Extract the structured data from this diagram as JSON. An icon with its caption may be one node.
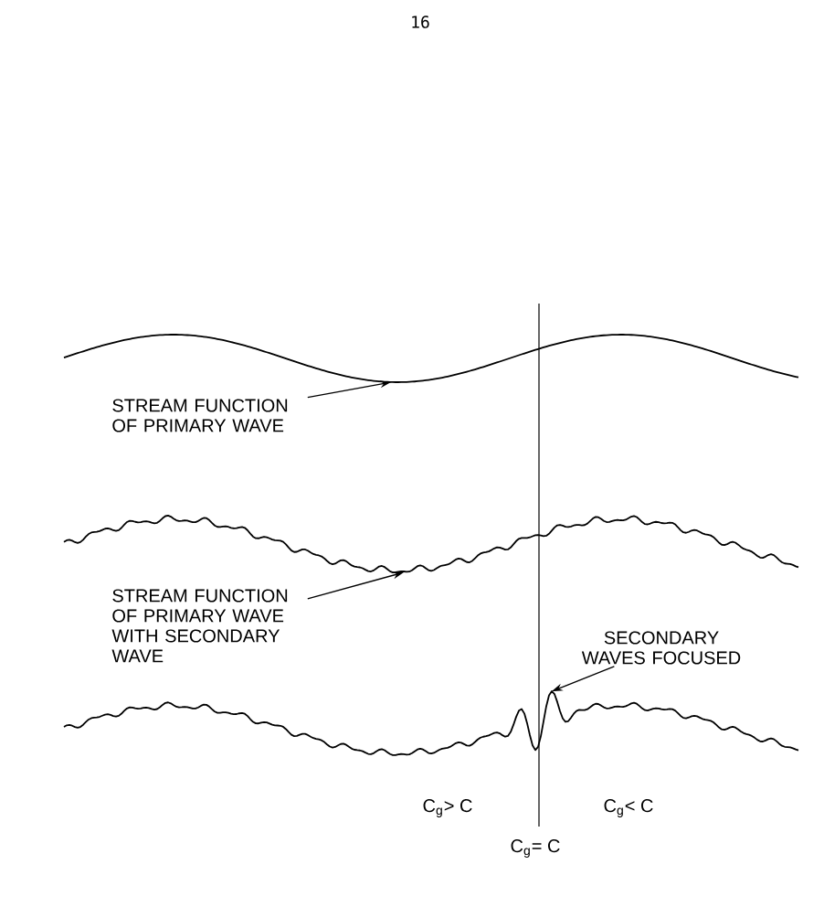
{
  "diagram": {
    "nodes": [
      {
        "text": [],
        "shape": "picture"
      },
      {
        "text": [
          "STREAM FUNCTION OF PRIMARY WAVE"
        ]
      },
      {
        "text": [],
        "shape": "picture"
      },
      {
        "text": [
          "STREAM FUNCTION OF PRIMARY WAVE WITH SECONDARY WAVE"
        ]
      },
      {
        "text": [
          "SECONDARY WAVES FOCUSED"
        ]
      },
      {
        "text": [],
        "shape": "picture"
      }
    ],
    "edges": [
      {
        "from": 1,
        "to": 0,
        "arrow": "to"
      },
      {
        "from": 3,
        "to": 2,
        "arrow": "to"
      },
      {
        "from": 4,
        "to": 5,
        "arrow": "to"
      }
    ],
    "labels": [
      "16",
      "C$_{g}$> C",
      "C$_{g}$= C",
      "C$_{g}$< C"
    ]
  }
}
